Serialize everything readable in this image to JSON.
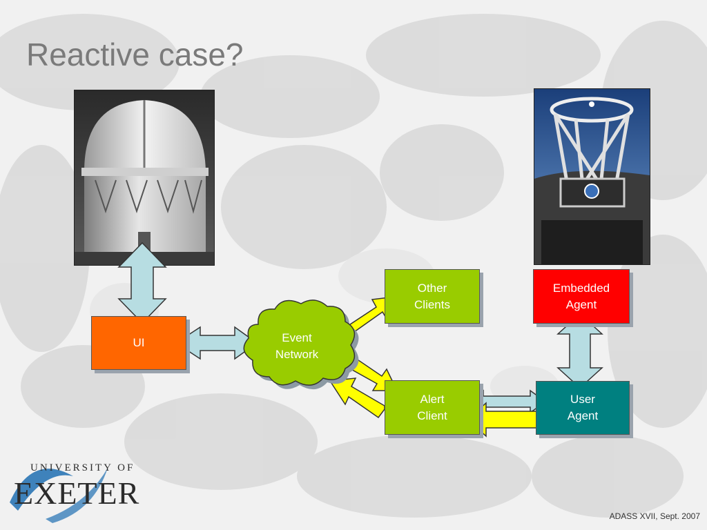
{
  "slide": {
    "title": "Reactive case?",
    "footer": "ADASS XVII, Sept. 2007"
  },
  "logo": {
    "line1": "UNIVERSITY OF",
    "line2": "EXETER"
  },
  "nodes": {
    "ui": "UI",
    "event_network": "Event\nNetwork",
    "other_clients": "Other\nClients",
    "alert_client": "Alert\nClient",
    "embedded_agent": "Embedded\nAgent",
    "user_agent": "User\nAgent"
  },
  "colors": {
    "ui": "#ff6600",
    "green": "#99cc00",
    "embedded_agent": "#ff0000",
    "user_agent": "#008080",
    "arrow_blue": "#b7dde2",
    "arrow_yellow": "#ffff00"
  },
  "images": {
    "left": "observatory-dome-photo",
    "right": "telescope-photo"
  }
}
